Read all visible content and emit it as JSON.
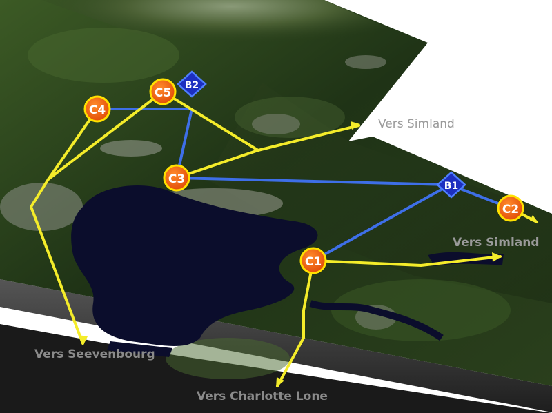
{
  "colors": {
    "background": "#ffffff",
    "terrain_dark": "#1c2e14",
    "terrain_mid": "#2f4a20",
    "terrain_light": "#4a6a30",
    "water": "#0c0f2e",
    "cliff": "#3a3a3a",
    "rail_line": "#3e6fe8",
    "road_line": "#f4ec2a",
    "city_marker_fill": "#f05a10",
    "city_marker_ring": "#ffe100",
    "station_marker_fill": "#1d2fc0",
    "station_marker_ring": "#4f7fff",
    "direction_label": "#9a9a9a"
  },
  "cities": [
    {
      "id": "C1",
      "label": "C1"
    },
    {
      "id": "C2",
      "label": "C2"
    },
    {
      "id": "C3",
      "label": "C3"
    },
    {
      "id": "C4",
      "label": "C4"
    },
    {
      "id": "C5",
      "label": "C5"
    }
  ],
  "stations": [
    {
      "id": "B1",
      "label": "B1"
    },
    {
      "id": "B2",
      "label": "B2"
    }
  ],
  "directions": [
    {
      "id": "simland-north",
      "text": "Vers Simland"
    },
    {
      "id": "simland-east",
      "text": "Vers Simland"
    },
    {
      "id": "seevenbourg",
      "text": "Vers Seevenbourg"
    },
    {
      "id": "charlotte-lone",
      "text": "Vers Charlotte Lone"
    }
  ]
}
